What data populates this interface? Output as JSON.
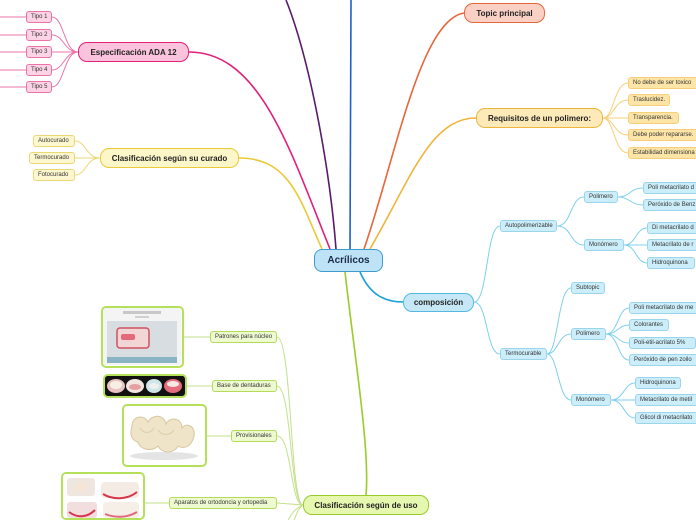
{
  "root": {
    "label": "Acrílicos"
  },
  "topic": {
    "label": "Topic principal"
  },
  "requisitos": {
    "label": "Requisitos de un polimero:",
    "items": [
      "No debe de ser toxico",
      "Traslucidez.",
      "Transparencia.",
      "Debe poder repararse.",
      "Estabilidad dimensiona"
    ]
  },
  "composicion": {
    "label": "composición",
    "auto": {
      "label": "Autopolimerizable",
      "polimero": {
        "label": "Polimero",
        "items": [
          "Poli metacrilato d",
          "Peróxido de Benz"
        ]
      },
      "monomero": {
        "label": "Monómero",
        "items": [
          "Di metacrilato d",
          "Metacrilato de r",
          "Hidroquinona"
        ]
      }
    },
    "termo": {
      "label": "Termocurable",
      "subtopic": "Subtopic",
      "polimero": {
        "label": "Polimero",
        "items": [
          "Poli metacrilato de me",
          "Colorantes",
          "Poli-etil-acrilato 5%",
          "Peróxido de pen zoilo"
        ]
      },
      "monomero": {
        "label": "Monómero",
        "items": [
          "Hidroquinona",
          "Metacrilato de metil",
          "Glicol di metacrilato"
        ]
      }
    }
  },
  "ada": {
    "label": "Especificación ADA 12",
    "items": [
      "Tipo 1",
      "Tipo 2",
      "Tipo 3",
      "Tipo 4",
      "Tipo 5"
    ]
  },
  "curado": {
    "label": "Clasificación según su curado",
    "items": [
      "Autocurado",
      "Termocurado",
      "Fotocurado"
    ]
  },
  "uso": {
    "label": "Clasificación según de uso",
    "items": [
      "Patrones para núcleo",
      "Base de dentaduras",
      "Provisionales",
      "Aparatos de ortodoncia y ortopedia"
    ]
  },
  "colors": {
    "red": "#e8663c",
    "orange": "#f0b43c",
    "blue": "#1aa0d8",
    "pink": "#e0207a",
    "yellow": "#eac93a",
    "green": "#9acb2a",
    "darkblue": "#1e5fc8",
    "purple": "#5a1a6e"
  }
}
